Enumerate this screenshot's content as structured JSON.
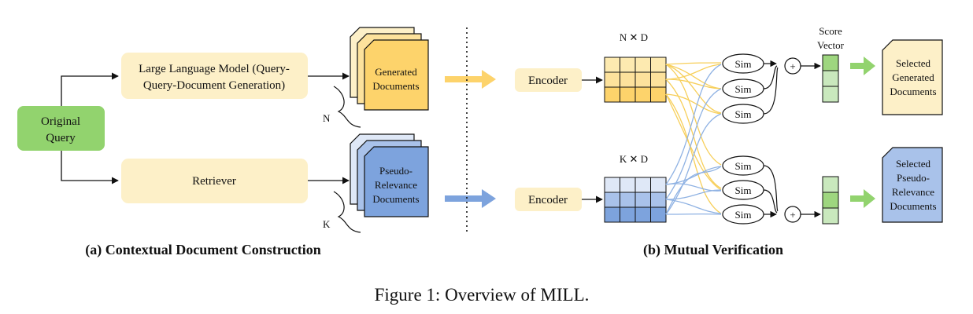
{
  "part_a": {
    "original_query": [
      "Original",
      "Query"
    ],
    "llm": [
      "Large Language Model (Query-",
      "Query-Document Generation)"
    ],
    "retriever": "Retriever",
    "generated_docs": [
      "Generated",
      "Documents"
    ],
    "pseudo_docs": [
      "Pseudo-",
      "Relevance",
      "Documents"
    ],
    "n_label": "N",
    "k_label": "K",
    "title": "(a) Contextual Document Construction"
  },
  "part_b": {
    "encoder_top": "Encoder",
    "encoder_bottom": "Encoder",
    "nxd": "N ✕ D",
    "kxd": "K ✕ D",
    "sim": "Sim",
    "plus": "+",
    "score_vector": [
      "Score",
      "Vector"
    ],
    "selected_generated": [
      "Selected",
      "Generated",
      "Documents"
    ],
    "selected_pseudo": [
      "Selected",
      "Pseudo-",
      "Relevance",
      "Documents"
    ],
    "title": "(b) Mutual Verification"
  },
  "caption": "Figure 1: Overview of MILL.",
  "colors": {
    "green": "#92d36e",
    "cream": "#fdf0c8",
    "yellow": "#fdd36b",
    "blue": "#7da3dd",
    "light_blue": "#c9d8f0",
    "light_green": "#c9e8bd",
    "green_cell": "#9ed67f"
  }
}
